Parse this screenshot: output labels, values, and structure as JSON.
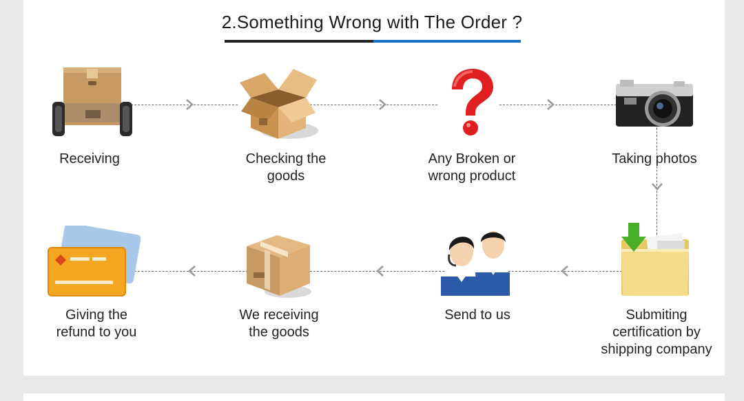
{
  "title": "2.Something Wrong with The Order ?",
  "steps": {
    "receiving": "Receiving",
    "checking": "Checking the\ngoods",
    "broken": "Any Broken or\nwrong product",
    "photos": "Taking photos",
    "submitting": "Submiting\ncertification by\nshipping company",
    "send": "Send to us",
    "we_receiving": "We receiving\nthe goods",
    "refund": "Giving the\nrefund to you"
  },
  "colors": {
    "accent_blue": "#1f6fc1",
    "box_brown": "#c89a63",
    "question_red": "#e02020",
    "card_orange": "#f5a623",
    "folder_yellow": "#f3dc8a",
    "arrow_green": "#4caf2a"
  },
  "icons": [
    "box-on-wheels-icon",
    "open-box-icon",
    "question-mark-icon",
    "camera-icon",
    "folder-upload-icon",
    "customer-service-icon",
    "closed-box-icon",
    "credit-card-icon"
  ]
}
